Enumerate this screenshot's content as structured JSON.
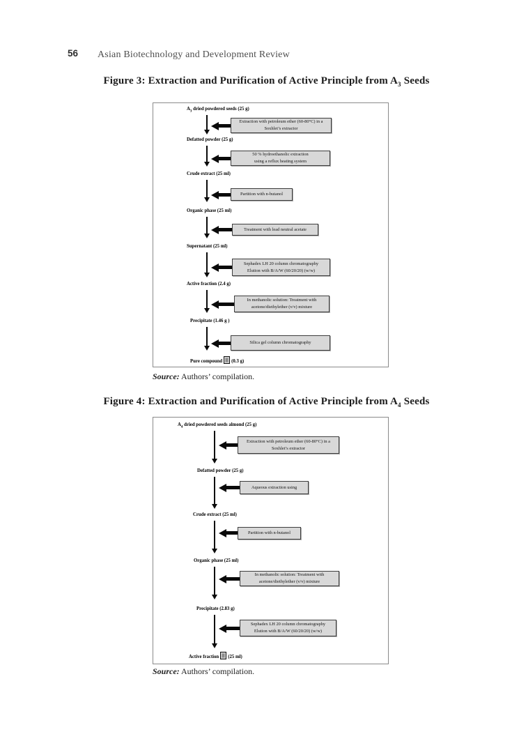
{
  "page": {
    "number": "56",
    "journal": "Asian Biotechnology and Development Review"
  },
  "figure3": {
    "title": {
      "prefix": "Figure 3: Extraction and Purification of Active Principle from A",
      "sub": "3",
      "suffix": " Seeds"
    },
    "source": {
      "label": "Source:",
      "text": " Authors’ compilation."
    },
    "nodes": [
      {
        "prefix": "A",
        "sub": "3",
        "rest": " dried powdered seeds (25 g)"
      },
      "Defatted powder (25 g)",
      "Crude extract (25 ml)",
      "Organic phase (25 ml)",
      "Supernatant (25 ml)",
      "Active fraction (2.4 g)",
      "Precipitate (1.46 g )"
    ],
    "final": {
      "label": "Pure compound",
      "suffix": "(0.3 g)"
    },
    "boxes": [
      "Extraction with petroleum ether (60-80°C) in a\nSoxhlet’s extractor",
      "50 % hydroethanolic extraction\nusing a reflux heating system",
      "Partition with n-butanol",
      "Treatment with lead neutral acetate",
      "Sephadex LH 20 column chromatography\nElution with B/A/W (60/20/20) (w/w)",
      "In methanolic solution: Treatment with\nacetone/diethylether (v/v) mixture",
      "Silica gel column chromatography"
    ]
  },
  "figure4": {
    "title": {
      "prefix": "Figure 4: Extraction and Purification of Active Principle from A",
      "sub": "4",
      "suffix": " Seeds"
    },
    "source": {
      "label": "Source:",
      "text": " Authors’ compilation."
    },
    "nodes": [
      {
        "prefix": "A",
        "sub": "4",
        "rest": " dried powdered seeds almond (25 g)"
      },
      "Defatted powder (25 g)",
      "Crude extract (25 ml)",
      "Organic phase (25 ml)",
      "Precipitate (2.83 g)"
    ],
    "final": {
      "label": "Active fraction",
      "suffix": "(25 ml)"
    },
    "boxes": [
      "Extraction with petroleum ether (60-80°C) in a\nSoxhlet’s extractor",
      "Aqueous extraction using",
      "Partition with n-butanol",
      "In methanolic solution: Treatment with\nacetone/diethylether (v/v) mixture",
      "Sephadex LH 20 column chromatography\nElution with B/A/W (60/20/20) (w/w)"
    ]
  }
}
